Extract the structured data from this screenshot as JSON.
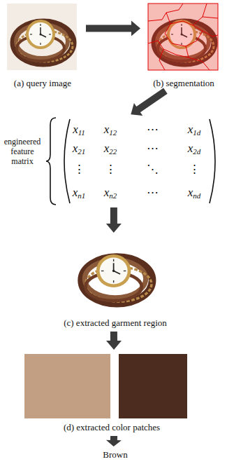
{
  "diagram": {
    "nodes": [
      {
        "text": [
          "(a) query image"
        ]
      },
      {
        "text": [
          "(b) segmentation"
        ]
      },
      {
        "text": [
          "engineered feature matrix",
          "x11",
          "x12",
          "⋯",
          "x1d",
          "x21",
          "x22",
          "⋯",
          "x2d",
          "⋮",
          "⋮",
          "⋱",
          "⋮",
          "xn1",
          "xn2",
          "⋯",
          "xnd"
        ]
      },
      {
        "text": [
          "(c) extracted garment region"
        ]
      },
      {
        "text": [
          "(d) extracted color patches"
        ]
      },
      {
        "text": [
          "Brown"
        ]
      }
    ],
    "edges": [
      {
        "from": 0,
        "to": 1,
        "arrow": "to"
      },
      {
        "from": 1,
        "to": 2,
        "arrow": "to"
      },
      {
        "from": 2,
        "to": 3,
        "arrow": "to"
      },
      {
        "from": 3,
        "to": 4,
        "arrow": "to"
      },
      {
        "from": 4,
        "to": 5,
        "arrow": "to"
      }
    ]
  }
}
